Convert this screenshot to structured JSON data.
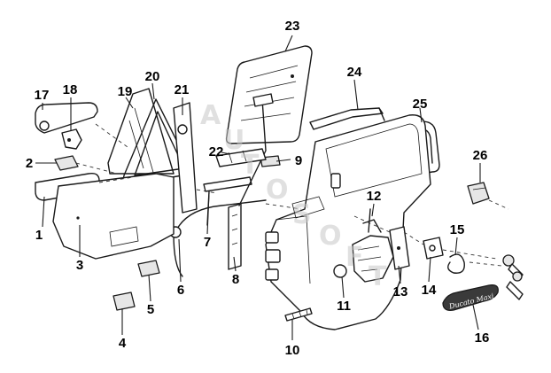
{
  "callouts": {
    "n1": "1",
    "n2": "2",
    "n3": "3",
    "n4": "4",
    "n5": "5",
    "n6": "6",
    "n7": "7",
    "n8": "8",
    "n9": "9",
    "n10": "10",
    "n11": "11",
    "n12": "12",
    "n13": "13",
    "n14": "14",
    "n15": "15",
    "n16": "16",
    "n17": "17",
    "n18": "18",
    "n19": "19",
    "n20": "20",
    "n21": "21",
    "n22": "22",
    "n23": "23",
    "n24": "24",
    "n25": "25",
    "n26": "26"
  },
  "badge_text": "Ducato Maxi",
  "watermark": [
    "A",
    "U",
    "T",
    "O",
    "S",
    "O",
    "F",
    "T"
  ]
}
